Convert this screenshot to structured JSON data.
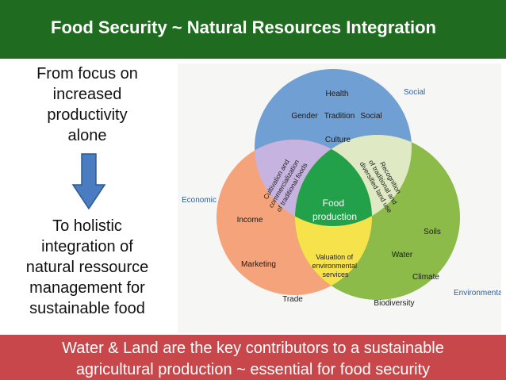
{
  "title": "Food Security ~ Natural Resources Integration",
  "left_panel": {
    "from_lines": [
      "From focus on",
      "increased",
      "productivity",
      "alone"
    ],
    "to_lines": [
      "To holistic",
      "integration of",
      "natural ressource",
      "management for",
      "sustainable food"
    ]
  },
  "diagram": {
    "circle_labels": {
      "social": "Social",
      "economic": "Economic",
      "environmental": "Environmental"
    },
    "center": [
      "Food",
      "production"
    ],
    "social_items": [
      "Health",
      "Gender",
      "Tradition",
      "Social",
      "Culture"
    ],
    "economic_items": [
      "Income",
      "Marketing",
      "Trade"
    ],
    "environmental_items": [
      "Soils",
      "Water",
      "Climate",
      "Biodiversity"
    ],
    "overlap_social_economic": [
      "Cultivation and",
      "commercialization",
      "of traditional foods"
    ],
    "overlap_social_environmental": [
      "Recognition",
      "of traditional and",
      "diversified land use"
    ],
    "overlap_economic_environmental": [
      "Valuation of",
      "environmental",
      "services"
    ],
    "colors": {
      "social": "#6f9fd3",
      "economic": "#f4a37a",
      "environmental": "#8cbb4a",
      "center": "#22a04a",
      "overlap_social_economic": "#c7b3e0",
      "overlap_social_environmental": "#dfe9c4",
      "overlap_economic_environmental": "#f6e24a"
    }
  },
  "footer": {
    "line1": "Water & Land are the key contributors to a sustainable",
    "line2": "agricultural production ~ essential for food security"
  }
}
